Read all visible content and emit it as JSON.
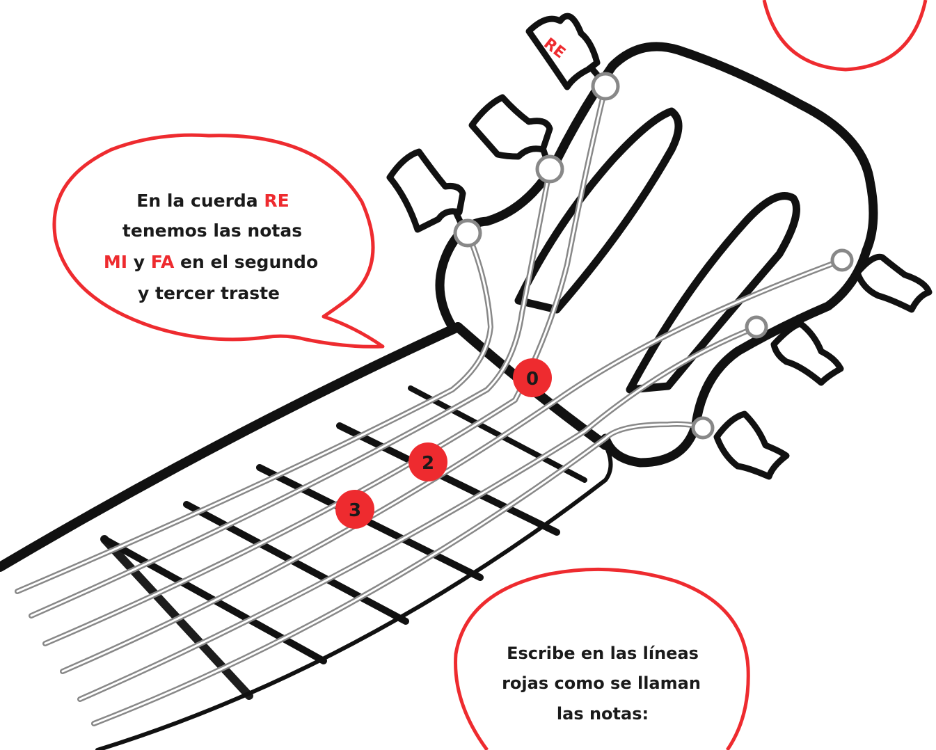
{
  "accent_color": "#ee2b2f",
  "ink_color": "#111111",
  "peg_flag_label": "RE",
  "bubble_top": {
    "line1_prefix": "En la cuerda ",
    "line1_note": "RE",
    "line2": "tenemos las notas",
    "line3_note_a": "MI",
    "line3_mid": " y ",
    "line3_note_b": "FA",
    "line3_suffix": " en el segundo",
    "line4": "y tercer traste"
  },
  "bubble_bottom": {
    "line1": "Escribe en las líneas",
    "line2": "rojas como se llaman",
    "line3": "las notas:"
  },
  "fret_markers": [
    {
      "label": "0",
      "icon": "open-string-marker"
    },
    {
      "label": "2",
      "icon": "second-fret-marker"
    },
    {
      "label": "3",
      "icon": "third-fret-marker"
    }
  ]
}
